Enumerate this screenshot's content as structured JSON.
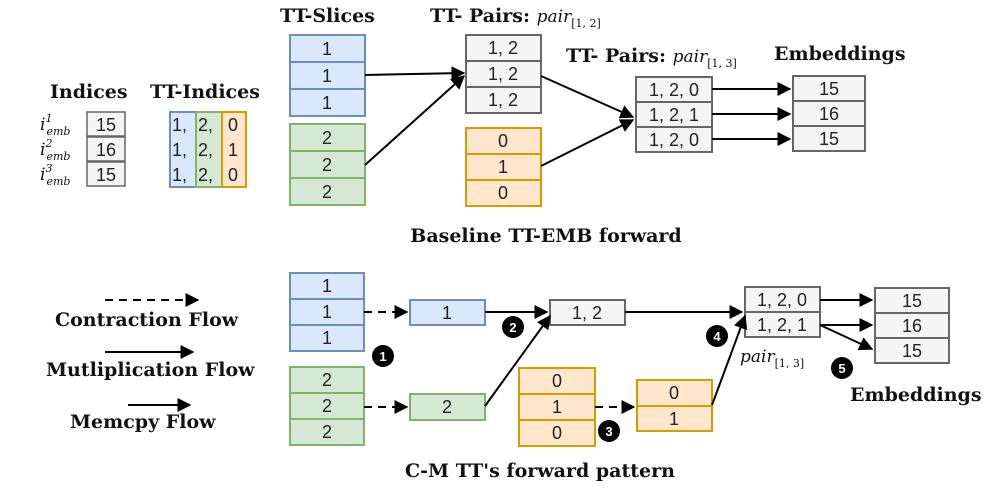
{
  "colors": {
    "blue_fill": "#dae8fc",
    "blue_stroke": "#6c8ebf",
    "green_fill": "#d5e8d4",
    "green_stroke": "#82b366",
    "orange_fill": "#ffe6cc",
    "orange_stroke": "#d79b00",
    "gray_fill": "#f5f5f5",
    "gray_stroke": "#666666"
  },
  "top": {
    "labels": {
      "indices": "Indices",
      "tt_indices": "TT-Indices",
      "tt_slices": "TT-Slices",
      "tt_pairs_prefix": "TT- Pairs: ",
      "pair_word": "pair",
      "pair12_sub": "[1, 2]",
      "pair13_sub": "[1, 3]",
      "embeddings": "Embeddings",
      "caption": "Baseline TT-EMB forward"
    },
    "index_rows": [
      {
        "base": "i",
        "sup": "1",
        "sub": "emb",
        "value": "15"
      },
      {
        "base": "i",
        "sup": "2",
        "sub": "emb",
        "value": "16"
      },
      {
        "base": "i",
        "sup": "3",
        "sub": "emb",
        "value": "15"
      }
    ],
    "tt_indices": [
      {
        "a": "1,",
        "b": "2,",
        "c": "0"
      },
      {
        "a": "1,",
        "b": "2,",
        "c": "1"
      },
      {
        "a": "1,",
        "b": "2,",
        "c": "0"
      }
    ],
    "slice_blue": [
      "1",
      "1",
      "1"
    ],
    "slice_green": [
      "2",
      "2",
      "2"
    ],
    "pair12": [
      "1, 2",
      "1, 2",
      "1, 2"
    ],
    "orange": [
      "0",
      "1",
      "0"
    ],
    "pair13": [
      "1, 2, 0",
      "1, 2, 1",
      "1, 2, 0"
    ],
    "embeddings": [
      "15",
      "16",
      "15"
    ]
  },
  "bottom": {
    "legend": {
      "contraction": "Contraction Flow",
      "multiplication": "Mutliplication Flow",
      "memcpy": "Memcpy Flow"
    },
    "slice_blue": [
      "1",
      "1",
      "1"
    ],
    "slice_green": [
      "2",
      "2",
      "2"
    ],
    "contract_blue": "1",
    "contract_green": "2",
    "pair12": "1, 2",
    "orange": [
      "0",
      "1",
      "0"
    ],
    "orange_contract": [
      "0",
      "1"
    ],
    "pair13": [
      "1, 2, 0",
      "1, 2, 1"
    ],
    "pair13_label_word": "pair",
    "pair13_label_sub": "[1, 3]",
    "embeddings": [
      "15",
      "16",
      "15"
    ],
    "embeddings_label": "Embeddings",
    "badges": [
      "1",
      "2",
      "3",
      "4",
      "5"
    ],
    "caption": "C-M TT's forward pattern"
  }
}
